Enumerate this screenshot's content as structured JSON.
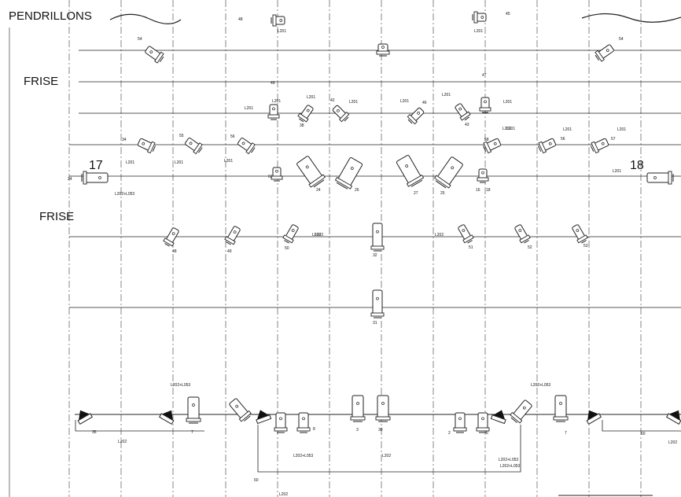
{
  "titles": {
    "pendrillons": "PENDRILLONS",
    "frise_top": "FRISE",
    "frise_mid": "FRISE",
    "num_left": "17",
    "num_right": "18"
  },
  "colors": {
    "line": "#222222",
    "grid": "#555555",
    "fill": "#ffffff",
    "dark": "#111111"
  },
  "labels": [
    {
      "text": "L201"
    },
    {
      "text": "L201"
    },
    {
      "text": "L201"
    },
    {
      "text": "L201"
    },
    {
      "text": "L201"
    },
    {
      "text": "L201"
    },
    {
      "text": "L201"
    },
    {
      "text": "L201"
    },
    {
      "text": "L201"
    },
    {
      "text": "L201"
    },
    {
      "text": "L202"
    },
    {
      "text": "L202"
    },
    {
      "text": "L201"
    },
    {
      "text": "L201"
    },
    {
      "text": "L201"
    },
    {
      "text": "L201"
    },
    {
      "text": "L201"
    },
    {
      "text": "L201"
    },
    {
      "text": "L201"
    },
    {
      "text": "L202+L053"
    },
    {
      "text": "L202"
    },
    {
      "text": "L202"
    },
    {
      "text": "L202+L053"
    },
    {
      "text": "L202+L053"
    },
    {
      "text": "L202"
    },
    {
      "text": "L202+L053"
    },
    {
      "text": "L202+L053"
    },
    {
      "text": "L202+L053"
    },
    {
      "text": "L202"
    },
    {
      "text": "L202"
    }
  ],
  "numbers": [
    {
      "text": "48"
    },
    {
      "text": "45"
    },
    {
      "text": "54"
    },
    {
      "text": "54"
    },
    {
      "text": "49"
    },
    {
      "text": "47"
    },
    {
      "text": "34"
    },
    {
      "text": "55"
    },
    {
      "text": "56"
    },
    {
      "text": "38"
    },
    {
      "text": "42"
    },
    {
      "text": "46"
    },
    {
      "text": "43"
    },
    {
      "text": "58"
    },
    {
      "text": "56"
    },
    {
      "text": "57"
    },
    {
      "text": "61"
    },
    {
      "text": "16"
    },
    {
      "text": "24"
    },
    {
      "text": "26"
    },
    {
      "text": "27"
    },
    {
      "text": "25"
    },
    {
      "text": "18"
    },
    {
      "text": "48"
    },
    {
      "text": "49"
    },
    {
      "text": "50"
    },
    {
      "text": "32"
    },
    {
      "text": "51"
    },
    {
      "text": "52"
    },
    {
      "text": "53"
    },
    {
      "text": "31"
    },
    {
      "text": "36"
    },
    {
      "text": "7"
    },
    {
      "text": "8"
    },
    {
      "text": "3"
    },
    {
      "text": "30"
    },
    {
      "text": "2"
    },
    {
      "text": "5"
    },
    {
      "text": "7"
    },
    {
      "text": "60"
    },
    {
      "text": "60"
    },
    {
      "text": "34"
    }
  ]
}
